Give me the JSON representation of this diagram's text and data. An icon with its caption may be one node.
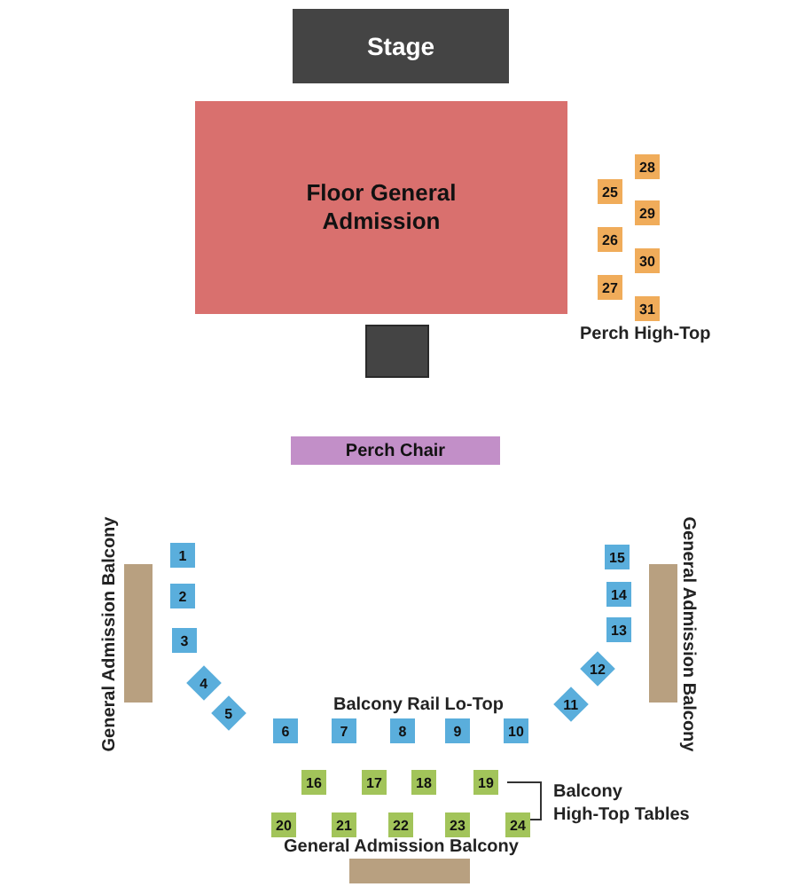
{
  "diagram": {
    "nodes": [
      {
        "text": [
          "Stage"
        ]
      },
      {
        "text": [
          "Floor General Admission"
        ]
      },
      {
        "text": [],
        "shape": "box"
      },
      {
        "text": [
          "Perch Chair"
        ]
      },
      {
        "text": [
          "1"
        ]
      },
      {
        "text": [
          "2"
        ]
      },
      {
        "text": [
          "3"
        ]
      },
      {
        "text": [
          "4"
        ]
      },
      {
        "text": [
          "5"
        ]
      },
      {
        "text": [
          "6"
        ]
      },
      {
        "text": [
          "7"
        ]
      },
      {
        "text": [
          "8"
        ]
      },
      {
        "text": [
          "9"
        ]
      },
      {
        "text": [
          "10"
        ]
      },
      {
        "text": [
          "11"
        ]
      },
      {
        "text": [
          "12"
        ]
      },
      {
        "text": [
          "13"
        ]
      },
      {
        "text": [
          "14"
        ]
      },
      {
        "text": [
          "15"
        ]
      },
      {
        "text": [
          "16"
        ]
      },
      {
        "text": [
          "17"
        ]
      },
      {
        "text": [
          "18"
        ]
      },
      {
        "text": [
          "19"
        ]
      },
      {
        "text": [
          "20"
        ]
      },
      {
        "text": [
          "21"
        ]
      },
      {
        "text": [
          "22"
        ]
      },
      {
        "text": [
          "23"
        ]
      },
      {
        "text": [
          "24"
        ]
      },
      {
        "text": [
          "25"
        ]
      },
      {
        "text": [
          "26"
        ]
      },
      {
        "text": [
          "27"
        ]
      },
      {
        "text": [
          "28"
        ]
      },
      {
        "text": [
          "29"
        ]
      },
      {
        "text": [
          "30"
        ]
      },
      {
        "text": [
          "31"
        ]
      },
      {
        "text": [],
        "shape": "bar",
        "beside": [
          "General Admission Balcony"
        ]
      },
      {
        "text": [],
        "shape": "bar",
        "beside": [
          "General Admission Balcony"
        ]
      },
      {
        "text": [],
        "shape": "bar",
        "beside": [
          "General Admission Balcony"
        ]
      }
    ],
    "labels": [
      "Perch High-Top",
      "Balcony Rail Lo-Top",
      "Balcony High-Top Tables"
    ]
  }
}
